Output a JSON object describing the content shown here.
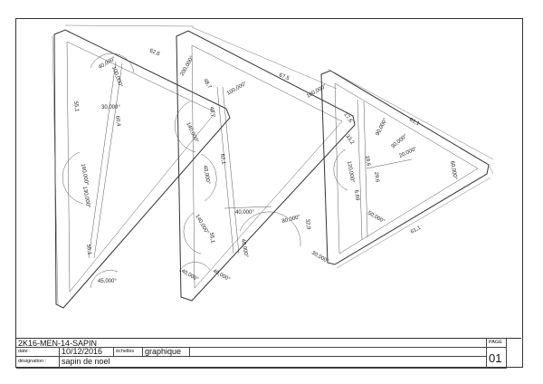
{
  "title_block": {
    "reference": "2K16-MEN-14-SAPIN",
    "date_label": "date :",
    "date_value": "10/12/2016",
    "scale_label": "échelles",
    "scale_value": "graphique",
    "designation_label": "désignation :",
    "designation_value": "sapin de noel",
    "page_label": "PAGE",
    "page_value": "01"
  },
  "drawing": {
    "lengths": [
      "62,6",
      "67,5",
      "61,1",
      "55,1",
      "55,1",
      "62,1",
      "55,1",
      "61,1",
      "40,7",
      "60,4",
      "32,9",
      "17,6",
      "33,2",
      "18,6",
      "29,6",
      "48,7",
      "6,69"
    ],
    "angles": [
      "40,000°",
      "100,000°",
      "30,000°",
      "200,000°",
      "140,000°",
      "100,000°",
      "160,000°",
      "140,000°",
      "40,000°",
      "80,000°",
      "40,000°",
      "100,000°",
      "45,000°",
      "90,000°",
      "120,000°",
      "50,000°",
      "30,000°",
      "40,000°",
      "60,000°",
      "20,000°",
      "30,000°",
      "40,000°",
      "130,000°",
      "40,000°"
    ]
  }
}
